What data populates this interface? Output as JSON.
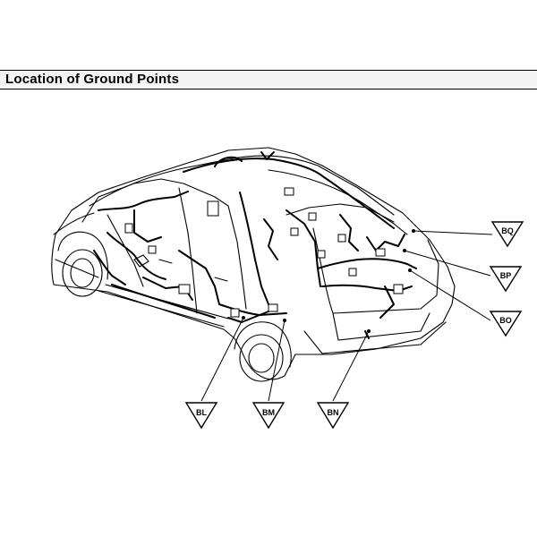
{
  "header": {
    "title": "Location of Ground Points"
  },
  "ground_points": [
    {
      "id": "BQ"
    },
    {
      "id": "BP"
    },
    {
      "id": "BO"
    },
    {
      "id": "BL"
    },
    {
      "id": "BM"
    },
    {
      "id": "BN"
    }
  ],
  "colors": {
    "line": "#000000",
    "background": "#ffffff"
  }
}
